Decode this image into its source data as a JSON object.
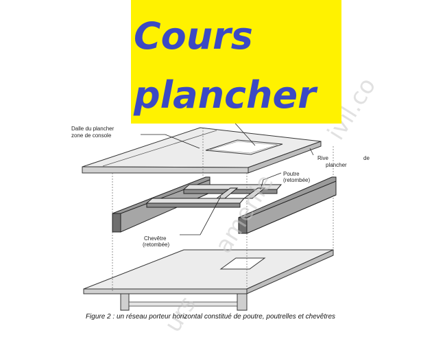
{
  "title": {
    "line1": "Cours",
    "line2": "plancher"
  },
  "labels": {
    "dalle_line1": "Dalle du plancher",
    "dalle_line2": "zone de console",
    "rive_line1": "Rive",
    "rive_de": "de",
    "rive_line2": "plancher",
    "poutre_line1": "Poutre",
    "poutre_line2": "(retombée)",
    "chevetre_line1": "Chevêtre",
    "chevetre_line2": "(retombée)"
  },
  "caption": "Figure 2 : un réseau porteur horizontal constitué de poutre, poutrelles et chevêtres",
  "watermark": {
    "text_a": "ivil.co",
    "text_b": "amenie",
    "text_c": "urs"
  },
  "colors": {
    "banner": "#fff200",
    "title": "#3b49c4",
    "slab": "#e6e6e6",
    "beam": "#9a9a9a",
    "beam_dark": "#6f6f6f"
  }
}
